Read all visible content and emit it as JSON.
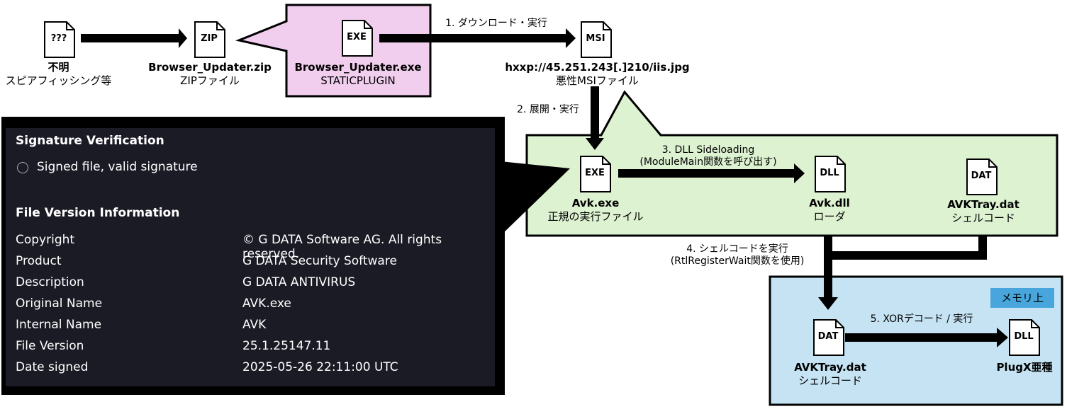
{
  "files": {
    "unknown": {
      "ext": "???",
      "name": "不明",
      "desc": "スピアフィッシング等"
    },
    "zip": {
      "ext": "ZIP",
      "name": "Browser_Updater.zip",
      "desc": "ZIPファイル"
    },
    "exe1": {
      "ext": "EXE",
      "name": "Browser_Updater.exe",
      "desc": "STATICPLUGIN"
    },
    "msi": {
      "ext": "MSI",
      "name": "hxxp://45.251.243[.]210/iis.jpg",
      "desc": "悪性MSIファイル"
    },
    "avk": {
      "ext": "EXE",
      "name": "Avk.exe",
      "desc": "正規の実行ファイル"
    },
    "dll": {
      "ext": "DLL",
      "name": "Avk.dll",
      "desc": "ローダ"
    },
    "dat1": {
      "ext": "DAT",
      "name": "AVKTray.dat",
      "desc": "シェルコード"
    },
    "dat2": {
      "ext": "DAT",
      "name": "AVKTray.dat",
      "desc": "シェルコード"
    },
    "plugx": {
      "ext": "DLL",
      "name": "PlugX亜種"
    }
  },
  "steps": {
    "s1": "1. ダウンロード・実行",
    "s2": "2. 展開・実行",
    "s3_line1": "3. DLL Sideloading",
    "s3_line2": "(ModuleMain関数を呼び出す)",
    "s4_line1": "4. シェルコードを実行",
    "s4_line2": "(RtlRegisterWait関数を使用)",
    "s5": "5. XORデコード / 実行"
  },
  "memory_label": "メモリ上",
  "signature": {
    "heading1": "Signature Verification",
    "status": "Signed file, valid signature",
    "heading2": "File Version Information",
    "rows": [
      {
        "k": "Copyright",
        "v": "© G DATA Software AG. All rights reserved."
      },
      {
        "k": "Product",
        "v": "G DATA Security Software"
      },
      {
        "k": "Description",
        "v": "G DATA ANTIVIRUS"
      },
      {
        "k": "Original Name",
        "v": "AVK.exe"
      },
      {
        "k": "Internal Name",
        "v": "AVK"
      },
      {
        "k": "File Version",
        "v": "25.1.25147.11"
      },
      {
        "k": "Date signed",
        "v": "2025-05-26 22:11:00 UTC"
      }
    ]
  },
  "colors": {
    "pink": "#f1cdee",
    "green": "#ddf2d1",
    "blue": "#c5e3f3",
    "memo": "#48a6dc",
    "panel": "#1b1b26"
  }
}
